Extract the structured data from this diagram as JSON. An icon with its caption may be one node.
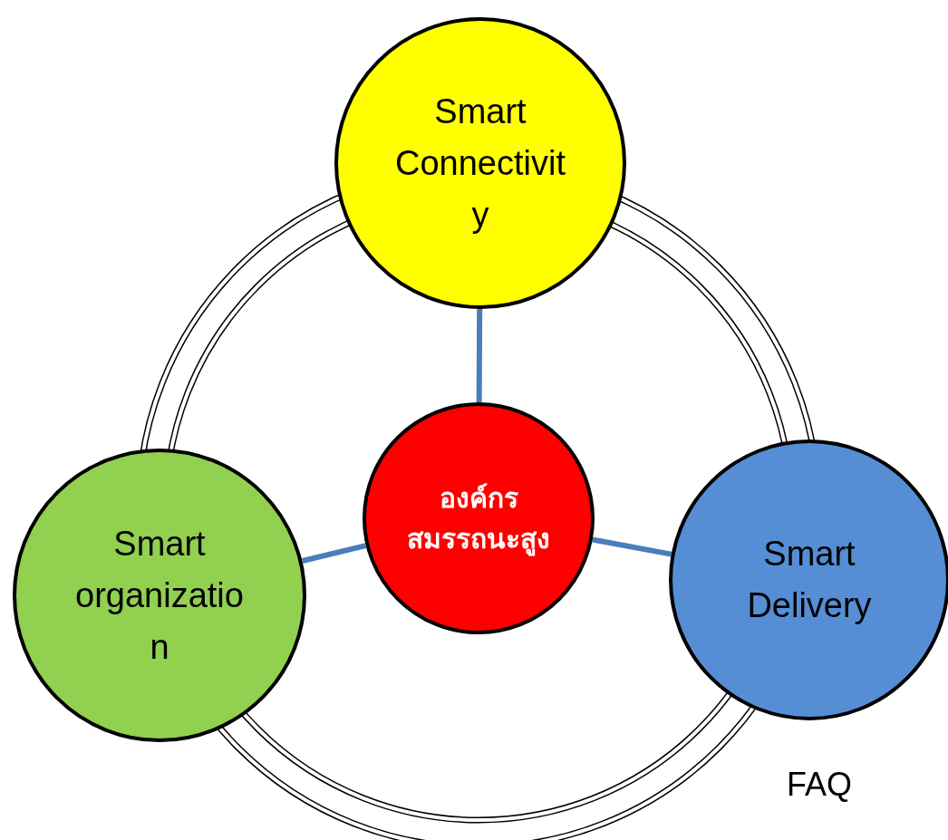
{
  "diagram": {
    "nodes": [
      {
        "text": [
          "Smart Connectivity"
        ]
      },
      {
        "text": [
          "องค์กรสมรรถนะสูง"
        ]
      },
      {
        "text": [
          "Smart organization"
        ]
      },
      {
        "text": [
          "Smart Delivery"
        ]
      }
    ],
    "edges": [
      {
        "from": 1,
        "to": 0,
        "arrow": "none"
      },
      {
        "from": 1,
        "to": 2,
        "arrow": "none"
      },
      {
        "from": 1,
        "to": 3,
        "arrow": "none"
      }
    ],
    "labels": [
      "FAQ"
    ]
  }
}
